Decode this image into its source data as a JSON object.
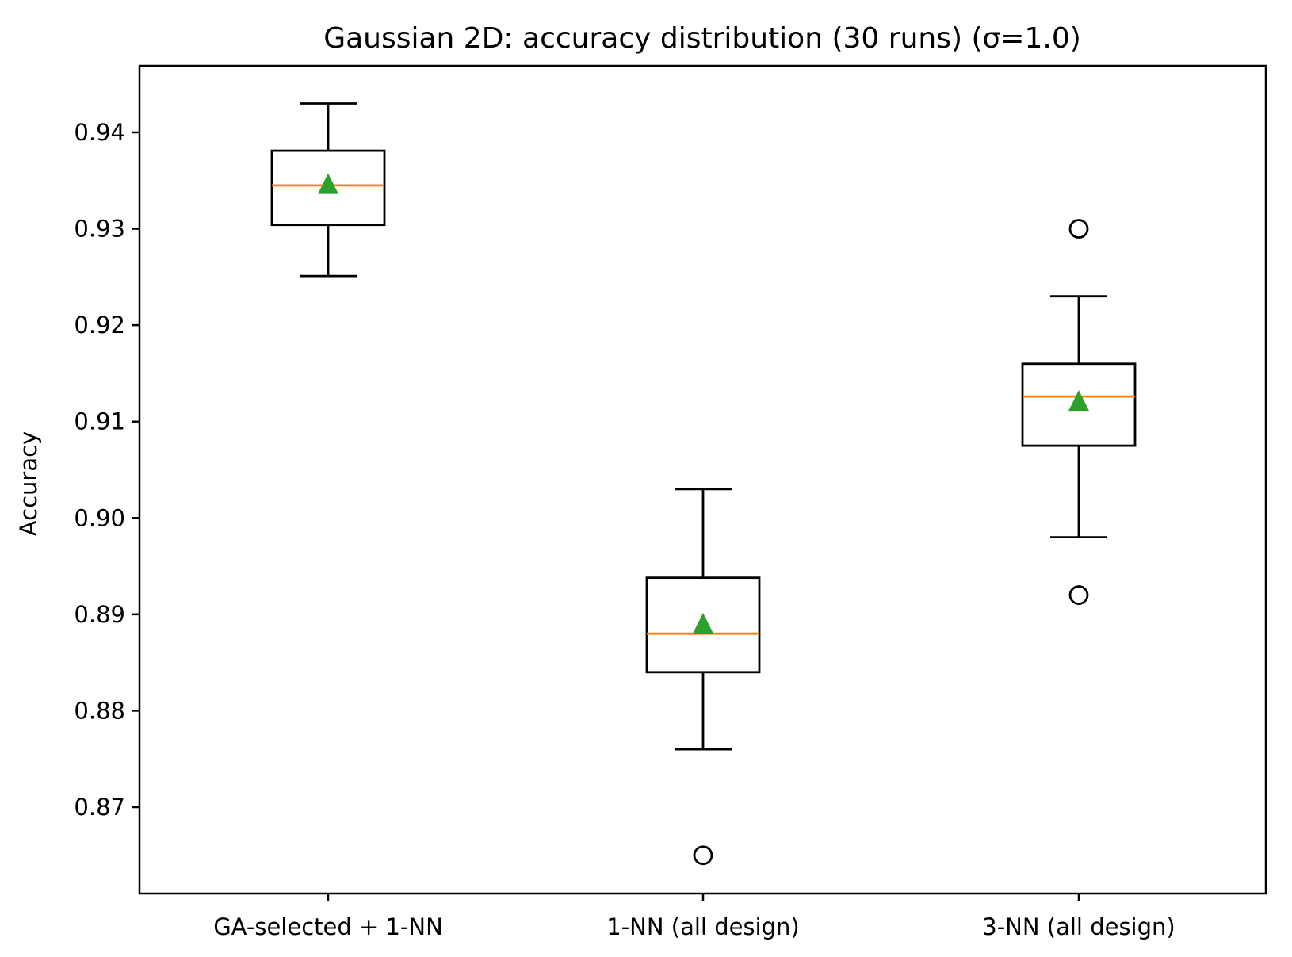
{
  "chart_data": {
    "type": "box",
    "title": "Gaussian 2D: accuracy distribution (30 runs) (σ=1.0)",
    "xlabel": "",
    "ylabel": "Accuracy",
    "ylim": [
      0.8612,
      0.9469
    ],
    "yticks": [
      0.87,
      0.88,
      0.89,
      0.9,
      0.91,
      0.92,
      0.93,
      0.94
    ],
    "ytick_labels": [
      "0.87",
      "0.88",
      "0.89",
      "0.90",
      "0.91",
      "0.92",
      "0.93",
      "0.94"
    ],
    "categories": [
      "GA-selected + 1-NN",
      "1-NN (all design)",
      "3-NN (all design)"
    ],
    "grid": false,
    "legend": null,
    "showmeans": true,
    "colors": {
      "box": "#000000",
      "median": "#ff7f0e",
      "mean": "#2ca02c",
      "outlier": "#000000"
    },
    "series": [
      {
        "name": "GA-selected + 1-NN",
        "whisker_low": 0.9251,
        "q1": 0.9304,
        "median": 0.9345,
        "mean": 0.9346,
        "q3": 0.9381,
        "whisker_high": 0.943,
        "outliers": []
      },
      {
        "name": "1-NN (all design)",
        "whisker_low": 0.876,
        "q1": 0.884,
        "median": 0.888,
        "mean": 0.889,
        "q3": 0.8938,
        "whisker_high": 0.903,
        "outliers": [
          0.865
        ]
      },
      {
        "name": "3-NN (all design)",
        "whisker_low": 0.898,
        "q1": 0.9075,
        "median": 0.9126,
        "mean": 0.9121,
        "q3": 0.916,
        "whisker_high": 0.923,
        "outliers": [
          0.93,
          0.892
        ]
      }
    ]
  }
}
